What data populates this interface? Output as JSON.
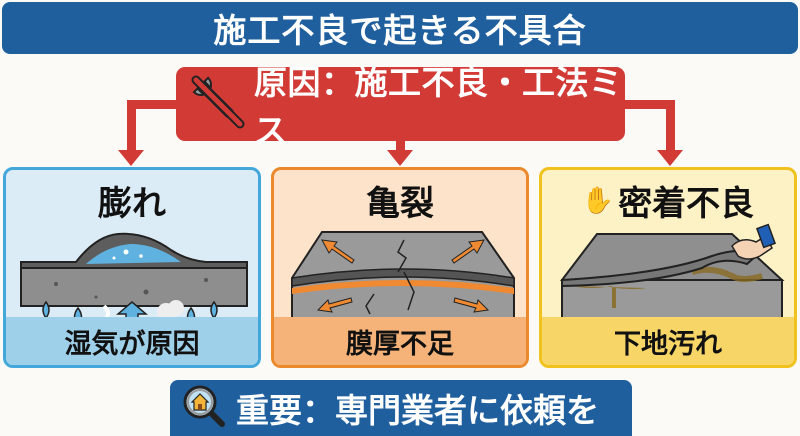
{
  "title": "施工不良で起きる不具合",
  "cause": {
    "icon": "wrench-crossed-icon",
    "label": "原因：施工不良・工法ミス"
  },
  "cards": [
    {
      "heading": "膨れ",
      "caption": "湿気が原因",
      "theme": "blue",
      "accent": "#43a7d9",
      "illustration": "blister-moisture"
    },
    {
      "heading": "亀裂",
      "caption": "膜厚不足",
      "theme": "orange",
      "accent": "#ea8a2c",
      "illustration": "crack-tension"
    },
    {
      "heading": "密着不良",
      "caption": "下地汚れ",
      "theme": "yellow",
      "accent": "#f0c21e",
      "heading_icon": "hand-stop-icon",
      "illustration": "peeling-membrane"
    }
  ],
  "important": {
    "icon": "magnifier-house-icon",
    "label": "重要：専門業者に依頼を"
  },
  "colors": {
    "title_bg": "#1f5f9e",
    "cause_bg": "#d23a36",
    "blue": "#43a7d9",
    "orange": "#ea8a2c",
    "yellow": "#f0c21e"
  }
}
